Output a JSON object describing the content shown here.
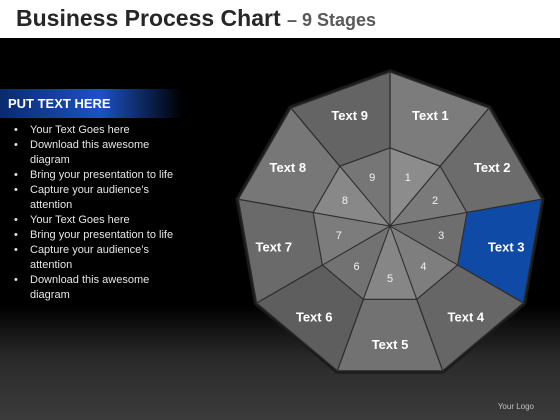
{
  "header": {
    "title": "Business Process Chart",
    "subtitle": "– 9 Stages"
  },
  "sidebar": {
    "heading": "PUT TEXT HERE",
    "bullets": [
      "Your Text Goes here",
      "Download this awesome diagram",
      "Bring your presentation to life",
      "Capture your audience’s attention",
      "Your Text Goes here",
      "Bring your presentation to life",
      "Capture your audience’s attention",
      "Download this awesome diagram"
    ]
  },
  "diagram": {
    "highlight_color": "#0f4aa6",
    "segment_color": "#7a7a7a",
    "stages": [
      {
        "label": "Text 1",
        "number": "1"
      },
      {
        "label": "Text 2",
        "number": "2"
      },
      {
        "label": "Text 3",
        "number": "3",
        "highlighted": true
      },
      {
        "label": "Text 4",
        "number": "4"
      },
      {
        "label": "Text 5",
        "number": "5"
      },
      {
        "label": "Text 6",
        "number": "6"
      },
      {
        "label": "Text 7",
        "number": "7"
      },
      {
        "label": "Text 8",
        "number": "8"
      },
      {
        "label": "Text 9",
        "number": "9"
      }
    ]
  },
  "footer": {
    "logo": "Your Logo"
  }
}
